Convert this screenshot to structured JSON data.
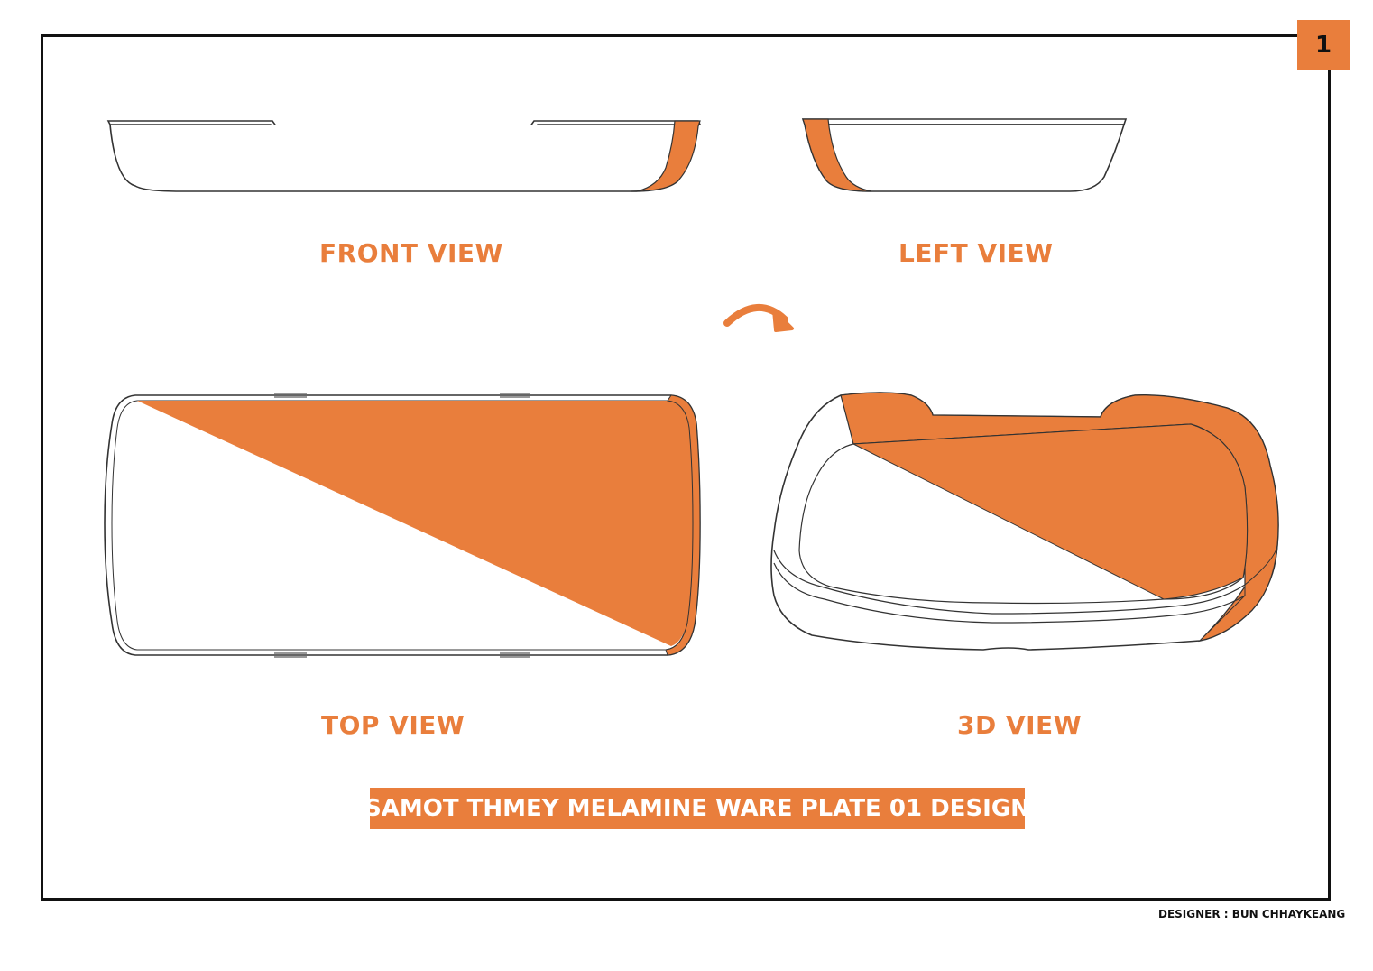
{
  "page_number": "1",
  "views": {
    "front": "FRONT VIEW",
    "left": "LEFT VIEW",
    "top": "TOP VIEW",
    "three_d": "3D VIEW"
  },
  "title": "SAMOT THMEY MELAMINE WARE PLATE 01 DESIGN",
  "designer": "DESIGNER : BUN CHHAYKEANG",
  "colors": {
    "accent": "#E97E3C",
    "outline": "#333333"
  },
  "icons": {
    "rotate": "curved-arrow-icon"
  }
}
